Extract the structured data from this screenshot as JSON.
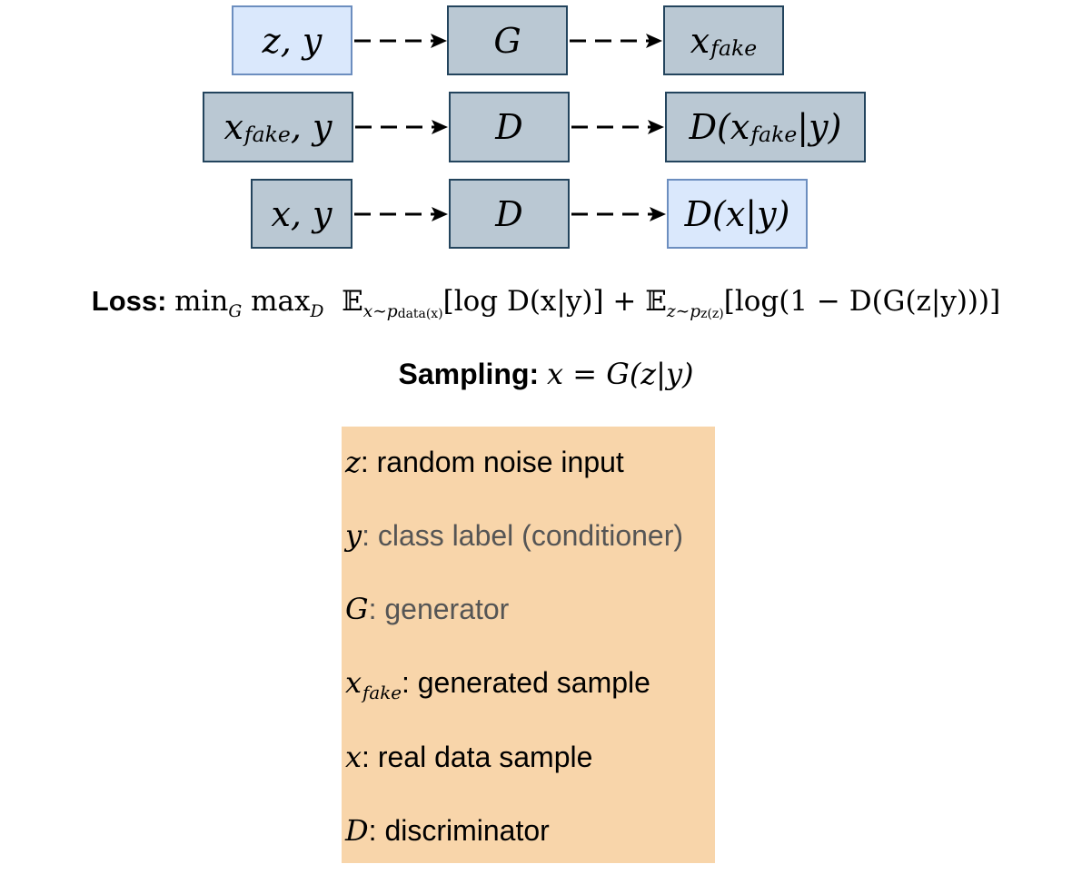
{
  "rows": [
    {
      "input": "z, y",
      "model": "G",
      "output": "x",
      "output_sub": "fake"
    },
    {
      "input": "x",
      "input_sub": "fake",
      "input_tail": ", y",
      "model": "D",
      "output": "D(x",
      "output_sub": "fake",
      "output_tail": "|y)"
    },
    {
      "input": "x, y",
      "model": "D",
      "output": "D(x|y)"
    }
  ],
  "loss": {
    "label": "Loss:",
    "min": "min",
    "min_sub": "G",
    "max": "max",
    "max_sub": "D",
    "e1": "𝔼",
    "e1_sub": "x∼p",
    "e1_subsub": "data(x)",
    "term1": "[log D(x|y)] + ",
    "e2": "𝔼",
    "e2_sub": "z∼p",
    "e2_subsub": "z(z)",
    "term2": "[log(1 − D(G(z|y)))]"
  },
  "sampling": {
    "label": "Sampling:",
    "formula": "x = G(z|y)"
  },
  "legend": [
    {
      "symbol": "z",
      "text": ": random noise input"
    },
    {
      "symbol": "y",
      "text": ": class label (conditioner)"
    },
    {
      "symbol": "G",
      "text": ": generator"
    },
    {
      "symbol": "x",
      "symbol_sub": "fake",
      "text": ": generated sample"
    },
    {
      "symbol": "x",
      "text": ": real data sample"
    },
    {
      "symbol": "D",
      "text": ": discriminator"
    }
  ],
  "colors": {
    "node_dark": "#bac8d3",
    "node_light": "#dae8fc",
    "legend_bg": "#f8d5aa",
    "border_dark": "#23445d",
    "border_light": "#6c8ebf"
  }
}
